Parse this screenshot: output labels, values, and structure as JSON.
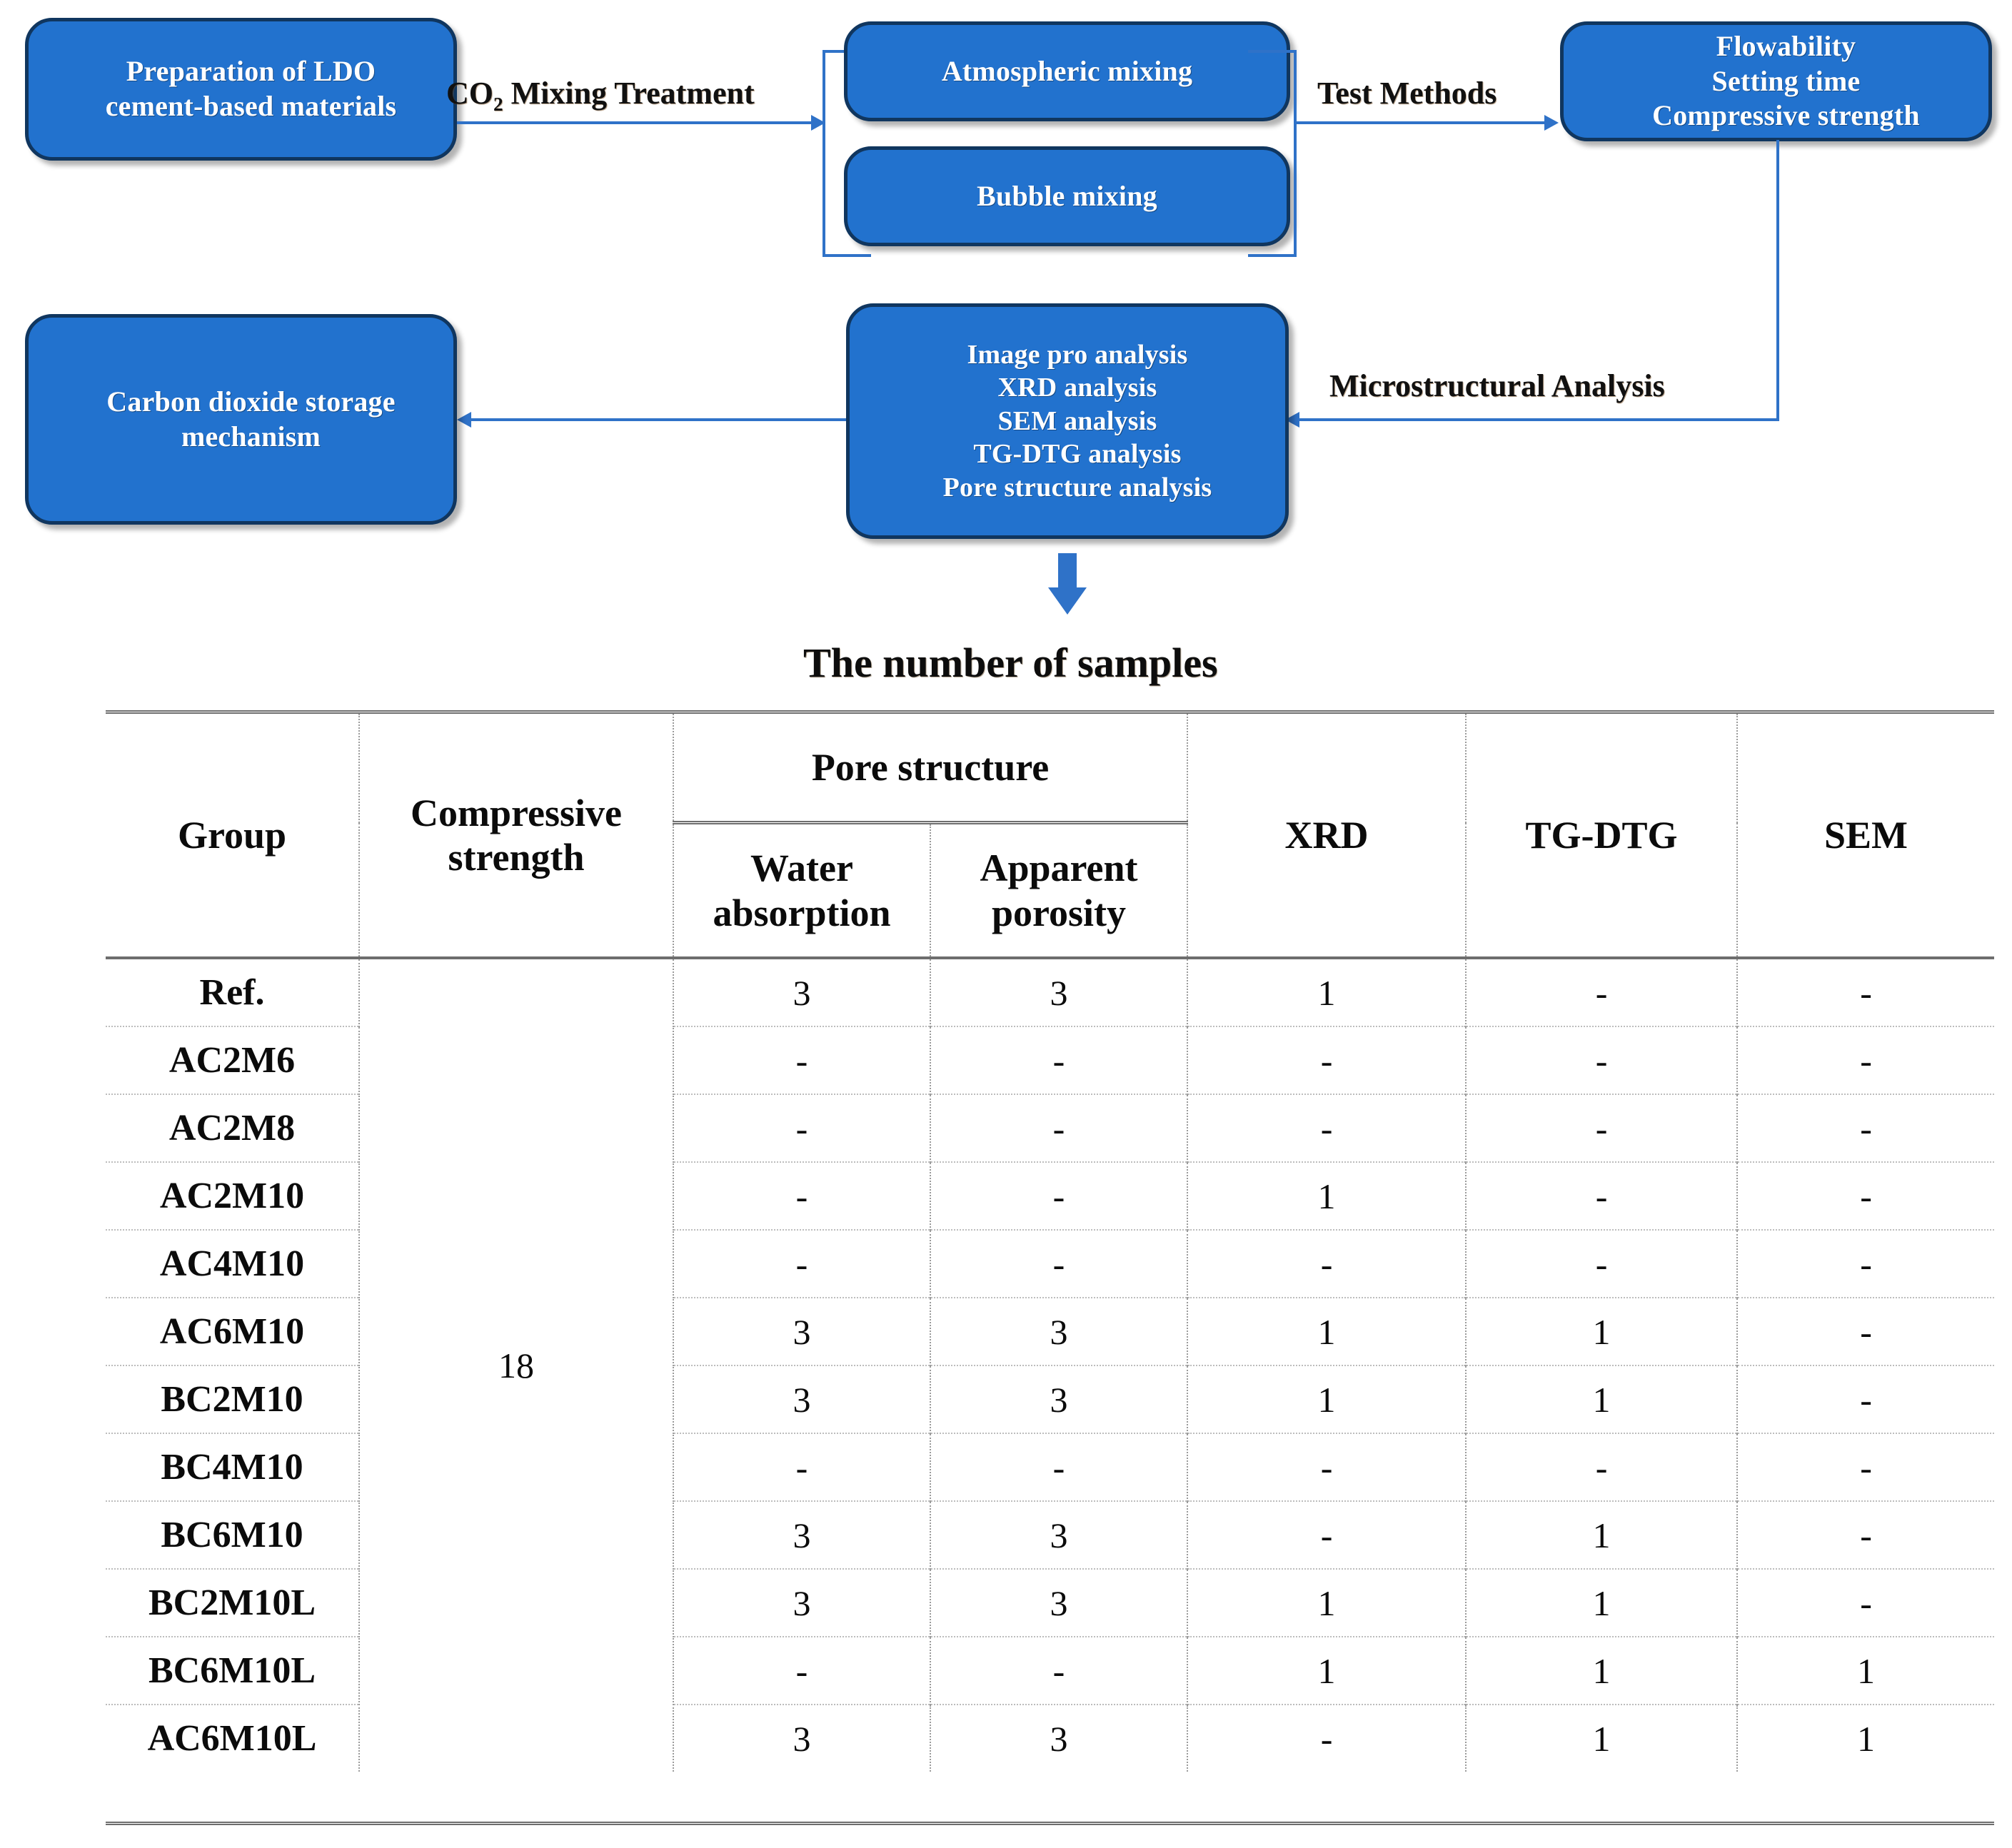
{
  "flowchart": {
    "boxes": [
      {
        "id": "preparation",
        "lines": [
          "Preparation of LDO",
          "cement-based materials"
        ]
      },
      {
        "id": "atmospheric",
        "lines": [
          "Atmospheric mixing"
        ]
      },
      {
        "id": "bubble",
        "lines": [
          "Bubble mixing"
        ]
      },
      {
        "id": "properties",
        "lines": [
          "Flowability",
          "Setting time",
          "Compressive strength"
        ]
      },
      {
        "id": "analysis",
        "lines": [
          "Image pro analysis",
          "XRD analysis",
          "SEM analysis",
          "TG-DTG analysis",
          "Pore structure analysis"
        ]
      },
      {
        "id": "storage",
        "lines": [
          "Carbon dioxide storage",
          "mechanism"
        ]
      }
    ],
    "connector_labels": {
      "co2_mixing": "CO",
      "co2_mixing_sub": "2",
      "co2_mixing_rest": " Mixing Treatment",
      "test_methods": "Test Methods",
      "microstructural": "Microstructural Analysis"
    },
    "accent_color": "#2272CE",
    "border_color": "#10365F",
    "line_color": "#2F72C8"
  },
  "caption": "The number of samples",
  "table": {
    "headers": {
      "group": "Group",
      "compressive_strength": [
        "Compressive",
        "strength"
      ],
      "pore_structure": "Pore structure",
      "water_absorption": [
        "Water",
        "absorption"
      ],
      "apparent_porosity": [
        "Apparent",
        "porosity"
      ],
      "xrd": "XRD",
      "tg_dtg": "TG-DTG",
      "sem": "SEM"
    },
    "compressive_strength_value": "18",
    "rows": [
      {
        "group": "Ref.",
        "water_absorption": "3",
        "apparent_porosity": "3",
        "xrd": "1",
        "tg_dtg": "-",
        "sem": "-"
      },
      {
        "group": "AC2M6",
        "water_absorption": "-",
        "apparent_porosity": "-",
        "xrd": "-",
        "tg_dtg": "-",
        "sem": "-"
      },
      {
        "group": "AC2M8",
        "water_absorption": "-",
        "apparent_porosity": "-",
        "xrd": "-",
        "tg_dtg": "-",
        "sem": "-"
      },
      {
        "group": "AC2M10",
        "water_absorption": "-",
        "apparent_porosity": "-",
        "xrd": "1",
        "tg_dtg": "-",
        "sem": "-"
      },
      {
        "group": "AC4M10",
        "water_absorption": "-",
        "apparent_porosity": "-",
        "xrd": "-",
        "tg_dtg": "-",
        "sem": "-"
      },
      {
        "group": "AC6M10",
        "water_absorption": "3",
        "apparent_porosity": "3",
        "xrd": "1",
        "tg_dtg": "1",
        "sem": "-"
      },
      {
        "group": "BC2M10",
        "water_absorption": "3",
        "apparent_porosity": "3",
        "xrd": "1",
        "tg_dtg": "1",
        "sem": "-"
      },
      {
        "group": "BC4M10",
        "water_absorption": "-",
        "apparent_porosity": "-",
        "xrd": "-",
        "tg_dtg": "-",
        "sem": "-"
      },
      {
        "group": "BC6M10",
        "water_absorption": "3",
        "apparent_porosity": "3",
        "xrd": "-",
        "tg_dtg": "1",
        "sem": "-"
      },
      {
        "group": "BC2M10L",
        "water_absorption": "3",
        "apparent_porosity": "3",
        "xrd": "1",
        "tg_dtg": "1",
        "sem": "-"
      },
      {
        "group": "BC6M10L",
        "water_absorption": "-",
        "apparent_porosity": "-",
        "xrd": "1",
        "tg_dtg": "1",
        "sem": "1"
      },
      {
        "group": "AC6M10L",
        "water_absorption": "3",
        "apparent_porosity": "3",
        "xrd": "-",
        "tg_dtg": "1",
        "sem": "1"
      }
    ]
  }
}
